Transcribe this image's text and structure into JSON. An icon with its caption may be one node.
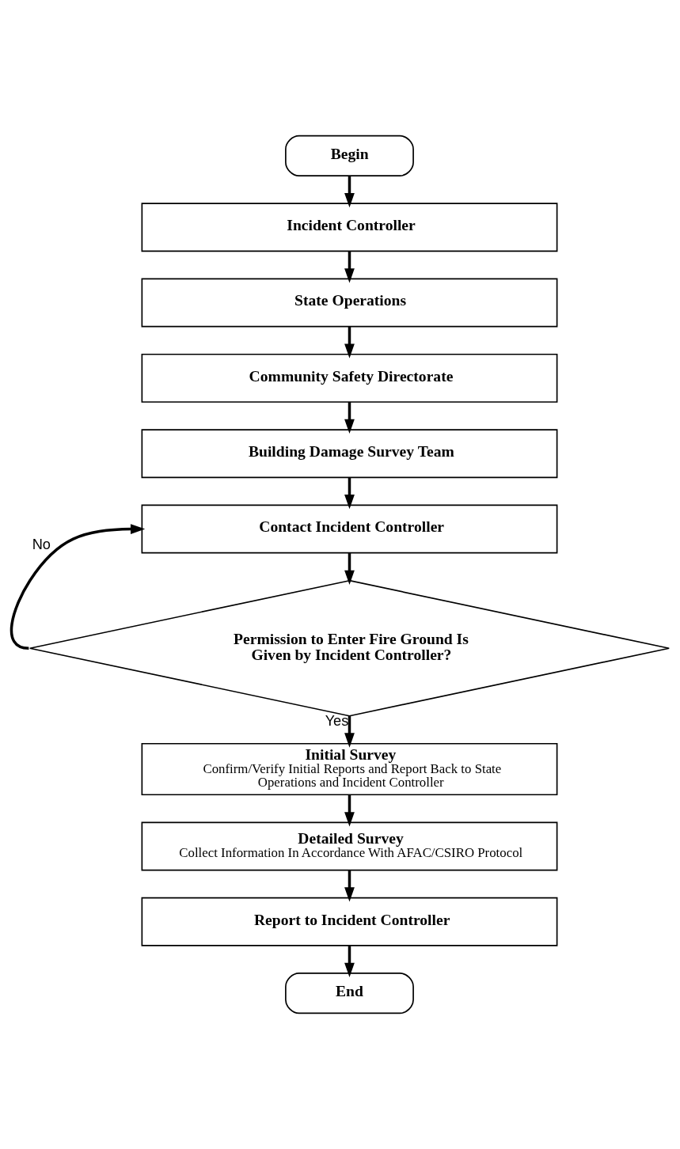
{
  "diagram": {
    "nodes": [
      {
        "text": [
          "Begin"
        ]
      },
      {
        "text": [
          "Incident Controller"
        ]
      },
      {
        "text": [
          "State Operations"
        ]
      },
      {
        "text": [
          "Community Safety Directorate"
        ]
      },
      {
        "text": [
          "Building Damage Survey Team"
        ]
      },
      {
        "text": [
          "Contact Incident Controller"
        ]
      },
      {
        "text": [
          "Permission to Enter Fire Ground Is Given by Incident Controller?"
        ]
      },
      {
        "text": [
          "Initial Survey",
          "Confirm/Verify Initial Reports and Report Back to State Operations and Incident Controller"
        ]
      },
      {
        "text": [
          "Detailed Survey",
          "Collect Information In Accordance With AFAC/CSIRO Protocol"
        ]
      },
      {
        "text": [
          "Report to Incident Controller"
        ]
      },
      {
        "text": [
          "End"
        ]
      }
    ],
    "edges": [
      {
        "from": 0,
        "to": 1,
        "arrow": "to"
      },
      {
        "from": 1,
        "to": 2,
        "arrow": "to"
      },
      {
        "from": 2,
        "to": 3,
        "arrow": "to"
      },
      {
        "from": 3,
        "to": 4,
        "arrow": "to"
      },
      {
        "from": 4,
        "to": 5,
        "arrow": "to"
      },
      {
        "from": 5,
        "to": 6,
        "arrow": "to"
      },
      {
        "from": 6,
        "to": 5,
        "arrow": "to",
        "label": "No"
      },
      {
        "from": 6,
        "to": 7,
        "arrow": "to",
        "label": "Yes"
      },
      {
        "from": 7,
        "to": 8,
        "arrow": "to"
      },
      {
        "from": 8,
        "to": 9,
        "arrow": "to"
      },
      {
        "from": 9,
        "to": 10,
        "arrow": "to"
      }
    ]
  }
}
